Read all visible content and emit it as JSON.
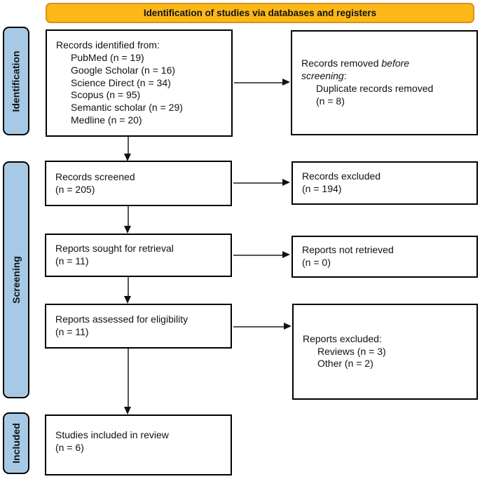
{
  "banner": {
    "label": "Identification of studies via databases and registers"
  },
  "colors": {
    "banner_bg": "#FBB817",
    "banner_border": "#D98F1F",
    "stage_fill": "#A6CAE6"
  },
  "stages": [
    {
      "label": "Identification"
    },
    {
      "label": "Screening"
    },
    {
      "label": "Included"
    }
  ],
  "boxes": {
    "identified": {
      "title": "Records identified from:",
      "items": [
        "PubMed (n = 19)",
        "Google Scholar (n = 16)",
        "Science Direct (n = 34)",
        "Scopus (n = 95)",
        "Semantic scholar (n = 29)",
        "Medline (n = 20)"
      ]
    },
    "removed": {
      "line1_normal": "Records removed ",
      "line1_italic": "before",
      "line2_italic": "screening",
      "line2_suffix": ":",
      "items": [
        "Duplicate records removed",
        "(n = 8)"
      ]
    },
    "screened": {
      "line1": "Records screened",
      "line2": "(n = 205)"
    },
    "excluded": {
      "line1": "Records excluded",
      "line2": "(n = 194)"
    },
    "sought": {
      "line1": "Reports sought for retrieval",
      "line2": "(n = 11)"
    },
    "not_retrieved": {
      "line1": "Reports not retrieved",
      "line2": "(n = 0)"
    },
    "assessed": {
      "line1": "Reports assessed for eligibility",
      "line2": "(n = 11)"
    },
    "reports_excluded": {
      "title": "Reports excluded:",
      "items": [
        "Reviews (n = 3)",
        "Other (n = 2)"
      ]
    },
    "included": {
      "line1": "Studies included in review",
      "line2": "(n = 6)"
    }
  }
}
